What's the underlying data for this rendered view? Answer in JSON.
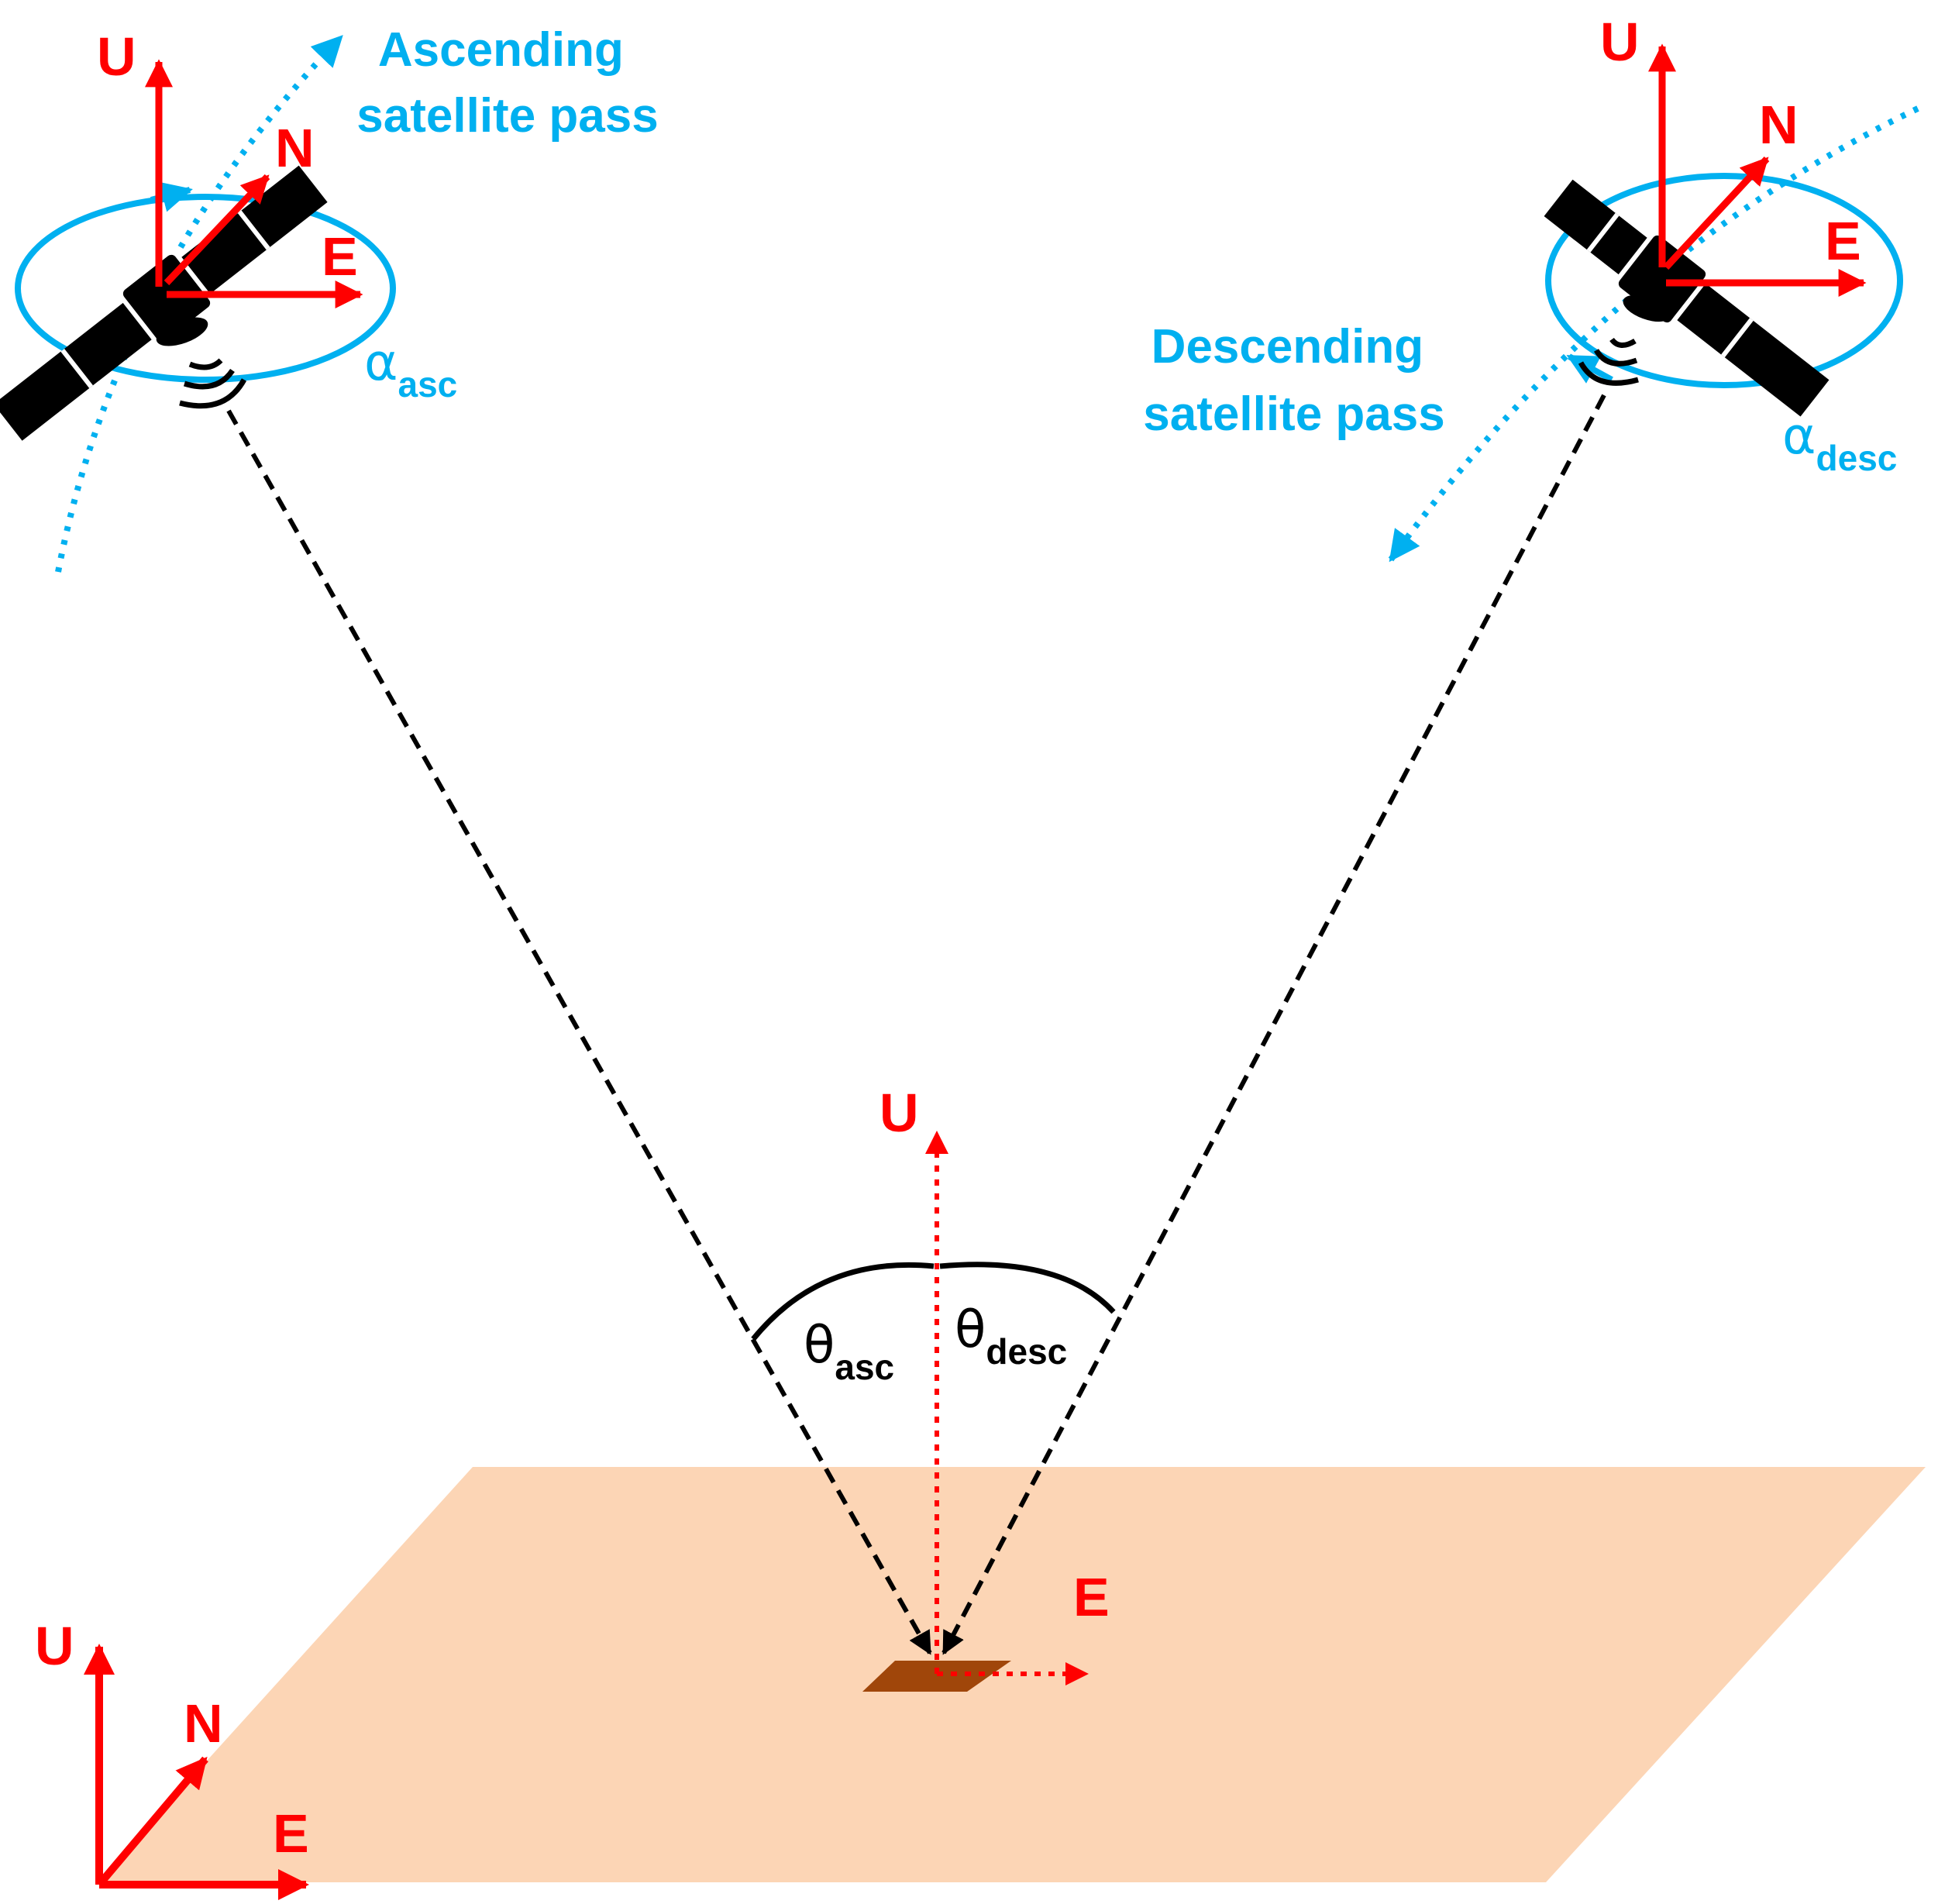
{
  "colors": {
    "axis": "#ff0000",
    "pass": "#00b0f0",
    "los": "#000000",
    "ground": "#fcd5b5",
    "target": "#a0460a",
    "satellite": "#000000"
  },
  "ascending": {
    "pass_line1": "Ascending",
    "pass_line2": "satellite pass",
    "axis_u": "U",
    "axis_n": "N",
    "axis_e": "E",
    "alpha_symbol": "α",
    "alpha_sub": "asc",
    "theta_symbol": "θ",
    "theta_sub": "asc"
  },
  "descending": {
    "pass_line1": "Descending",
    "pass_line2": "satellite pass",
    "axis_u": "U",
    "axis_n": "N",
    "axis_e": "E",
    "alpha_symbol": "α",
    "alpha_sub": "desc",
    "theta_symbol": "θ",
    "theta_sub": "desc"
  },
  "target": {
    "axis_u": "U",
    "axis_e": "E"
  },
  "reference_frame": {
    "axis_u": "U",
    "axis_n": "N",
    "axis_e": "E"
  },
  "icons": [
    "satellite-icon",
    "antenna-signal-icon"
  ]
}
